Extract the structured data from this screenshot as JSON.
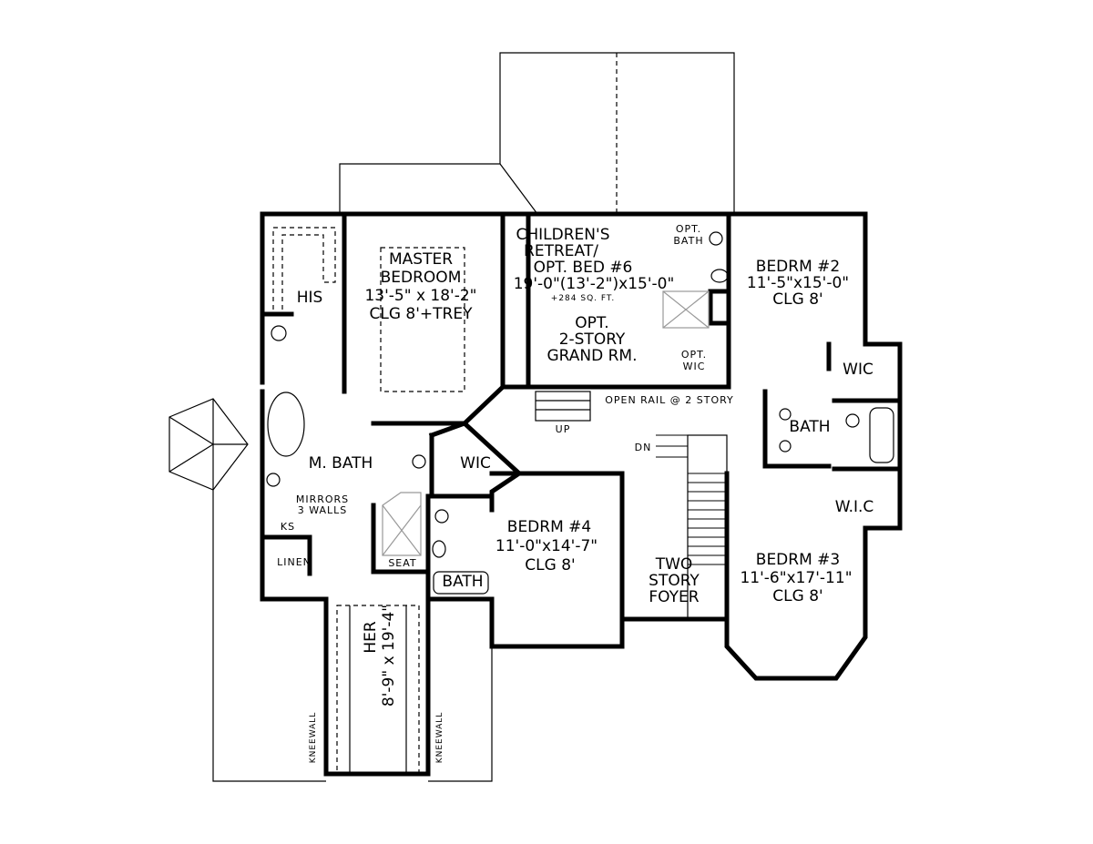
{
  "plan": {
    "rooms": {
      "his": "HIS",
      "master": [
        "MASTER",
        "BEDROOM",
        "13'-5\" x 18'-2\"",
        "CLG 8'+TREY"
      ],
      "children": [
        "CHILDREN'S",
        "RETREAT/",
        "OPT. BED #6",
        "19'-0\"(13'-2\")x15'-0\"",
        "+284 SQ. FT.",
        "OPT.",
        "2-STORY",
        "GRAND RM."
      ],
      "opt_bath": [
        "OPT.",
        "BATH"
      ],
      "opt_wic": [
        "OPT.",
        "WIC"
      ],
      "bedrm2": [
        "BEDRM #2",
        "11'-5\"x15'-0\"",
        "CLG 8'"
      ],
      "wic_right": "WIC",
      "bath_right": "BATH",
      "wic_right2": "W.I.C",
      "bedrm3": [
        "BEDRM #3",
        "11'-6\"x17'-11\"",
        "CLG 8'"
      ],
      "foyer": [
        "TWO",
        "STORY",
        "FOYER"
      ],
      "bedrm4": [
        "BEDRM #4",
        "11'-0\"x14'-7\"",
        "CLG 8'"
      ],
      "wic_mid": "WIC",
      "bath_mid": "BATH",
      "mbath": "M. BATH",
      "mirrors": [
        "MIRRORS",
        "3 WALLS"
      ],
      "ks": "KS",
      "linen": "LINEN",
      "seat": "SEAT",
      "her": [
        "HER",
        "8'-9\" x 19'-4\""
      ]
    },
    "notes": {
      "open_rail": "OPEN RAIL @ 2 STORY",
      "up": "UP",
      "dn": "DN",
      "kneewall_left": "KNEEWALL",
      "kneewall_right": "KNEEWALL"
    }
  }
}
